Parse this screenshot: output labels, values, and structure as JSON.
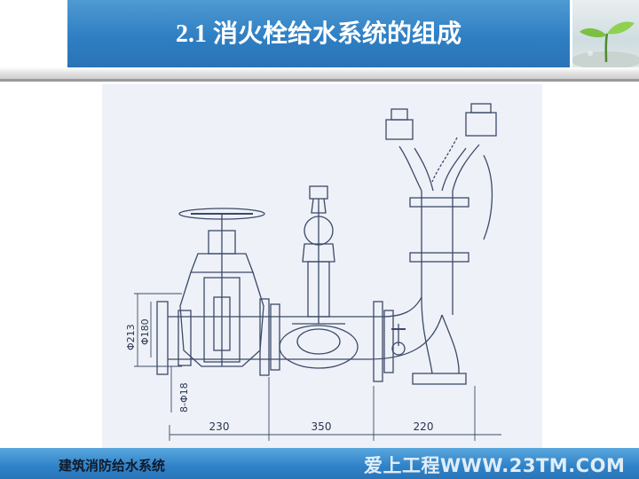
{
  "slide": {
    "title": "2.1 消火栓给水系统的组成",
    "footer": "建筑消防给水系统",
    "watermark": "爱上工程WWW.23TM.COM"
  },
  "drawing": {
    "dim_bottom": [
      "230",
      "350",
      "220"
    ],
    "dim_vertical_outer": "Φ213",
    "dim_vertical_inner": "Φ180",
    "dim_bolts": "8-Φ18"
  },
  "colors": {
    "title_bg": "#2f7fc3",
    "footer_bg": "#2f82c8",
    "line": "#3c4a6a",
    "drawing_bg": "#eef1f7"
  },
  "icons": [
    "plant-sprout-icon"
  ]
}
